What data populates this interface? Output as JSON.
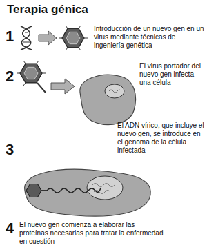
{
  "diagram": {
    "title": "Terapia génica",
    "labels": [
      "1",
      "Introducción de un nuevo gen en un virus mediante técnicas de ingeniería genética",
      "2",
      "El virus portador del nuevo gen infecta una célula",
      "3",
      "El ADN vírico, que incluye el nuevo gen, se introduce en el genoma de la célula infectada",
      "4",
      "El nuevo gen comienza a elaborar las proteínas necesarias para tratar la enfermedad en cuestión"
    ]
  }
}
